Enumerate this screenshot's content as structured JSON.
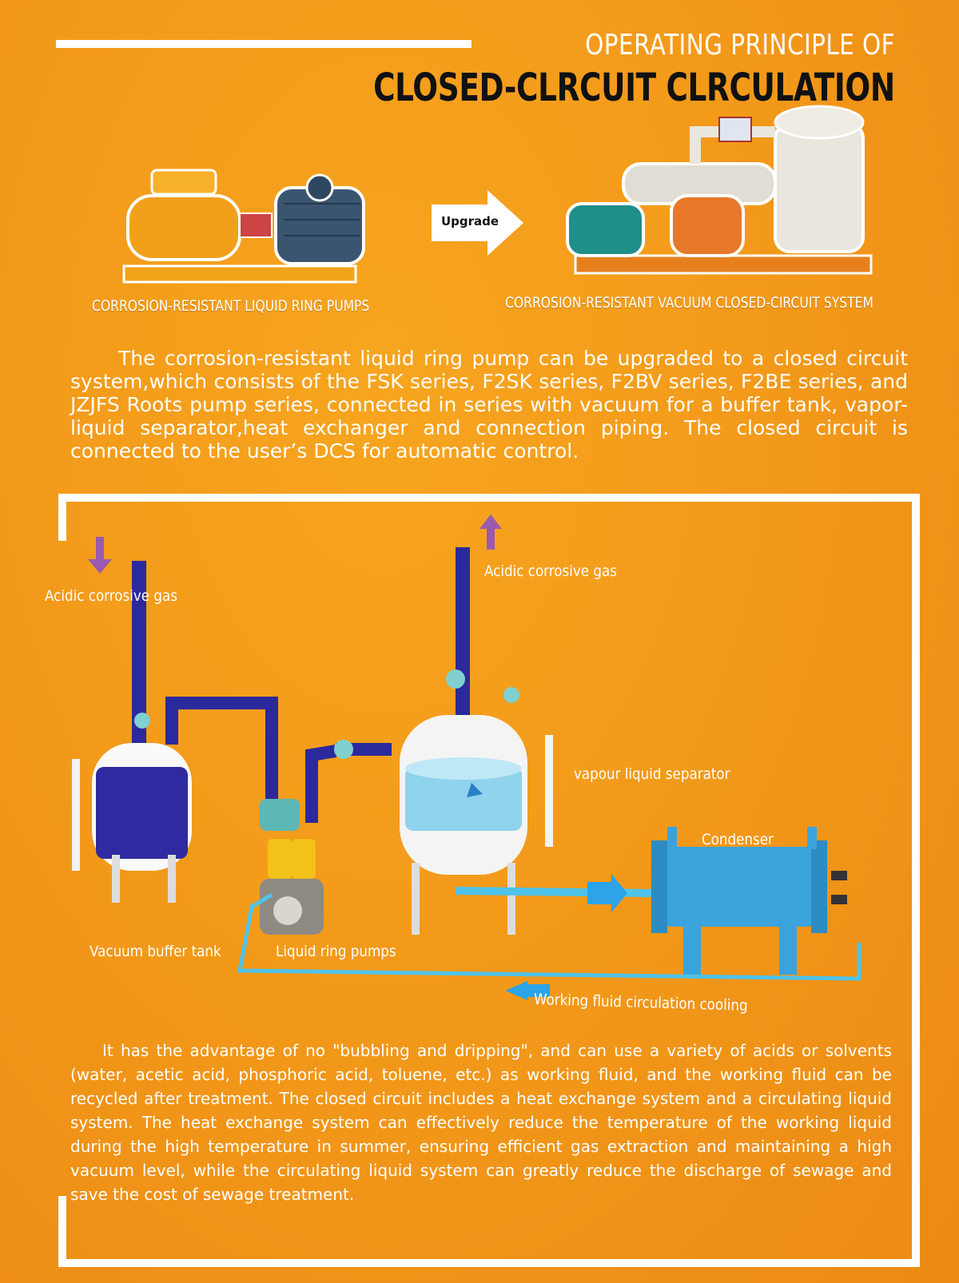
{
  "header": {
    "title_line1": "OPERATING PRINCIPLE OF",
    "title_line2": "CLOSED-CLRCUIT CLRCULATION"
  },
  "products": {
    "left_label": "CORROSION-RESISTANT LIQUID RING PUMPS",
    "arrow_label": "Upgrade",
    "right_label": "CORROSION-RESISTANT VACUUM CLOSED-CIRCUIT SYSTEM"
  },
  "intro_text": "The corrosion-resistant liquid ring pump can be upgraded to a closed circuit system,which consists of the FSK series, F2SK series, F2BV series, F2BE series, and JZJFS Roots pump series, connected in series with vacuum for a buffer tank, vapor-liquid separator,heat exchanger and connection piping. The closed circuit is connected to the user’s DCS for automatic control.",
  "diagram": {
    "gas_in_label": "Acidic corrosive gas",
    "gas_out_label": "Acidic corrosive gas",
    "separator_label": "vapour liquid separator",
    "condenser_label": "Condenser",
    "buffer_tank_label": "Vacuum buffer tank",
    "pumps_label": "Liquid ring pumps",
    "cooling_label": "Working fluid circulation cooling"
  },
  "bottom_text": "It has the advantage of no \"bubbling and dripping\", and can use a variety of acids or solvents (water, acetic acid, phosphoric acid, toluene, etc.) as working fluid, and the working fluid can be recycled after treatment. The closed circuit includes a heat exchange system and a circulating liquid system. The heat exchange system can effectively reduce the temperature of the working liquid during the high temperature in summer, ensuring efficient gas extraction and maintaining a high vacuum level, while the circulating liquid system can greatly reduce the discharge of sewage and save the cost of sewage treatment.",
  "colors": {
    "background": "#f39a1a",
    "pipe": "#2b2a9c",
    "arrow_purple": "#9a5ab0",
    "condenser_blue": "#3aa3dc",
    "pump_orange": "#e8821e",
    "motor_green": "#1f8f8a"
  }
}
